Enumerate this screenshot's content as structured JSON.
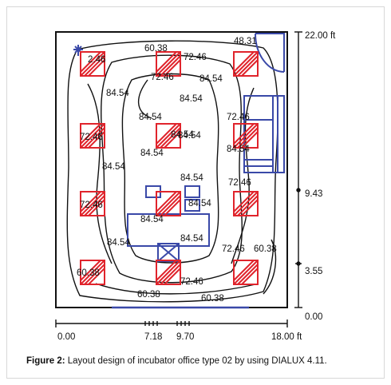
{
  "figure": {
    "caption_label": "Figure 2:",
    "caption_text": " Layout design of incubator office type 02 by using DIALUX 4.11."
  },
  "axes": {
    "x_ticks": [
      "0.00",
      "7.18",
      "9.70",
      "18.00 ft"
    ],
    "y_ticks": [
      "22.00 ft",
      "9.43",
      "3.55",
      "0.00"
    ]
  },
  "contour_labels": {
    "l1": "60.38",
    "l2": "72.46",
    "l3": "48.31",
    "l4": "72.46",
    "l5": "84.54",
    "l6": "84.54",
    "l7": "84.54",
    "l8": "84.54",
    "l9": "84.54",
    "l10": "72.46",
    "l11": "84.54",
    "l12": "84.54",
    "l13": "84.54",
    "l14": "84.54",
    "l15": "72.46",
    "l16": "84.54",
    "l17": "84.54",
    "l18": "84.54",
    "l19": "72.46",
    "l20": "60.38",
    "l21": "72.46",
    "l22": "60.38",
    "l23": "60.38",
    "l24": "72.46",
    "l25": "72.46",
    "l26": "60.38",
    "l27": "2.46",
    "l28": "84.54",
    "l29": "84.54"
  },
  "colors": {
    "luminaire": "#e0242c",
    "furniture": "#3a49a8",
    "contour": "#111111"
  }
}
